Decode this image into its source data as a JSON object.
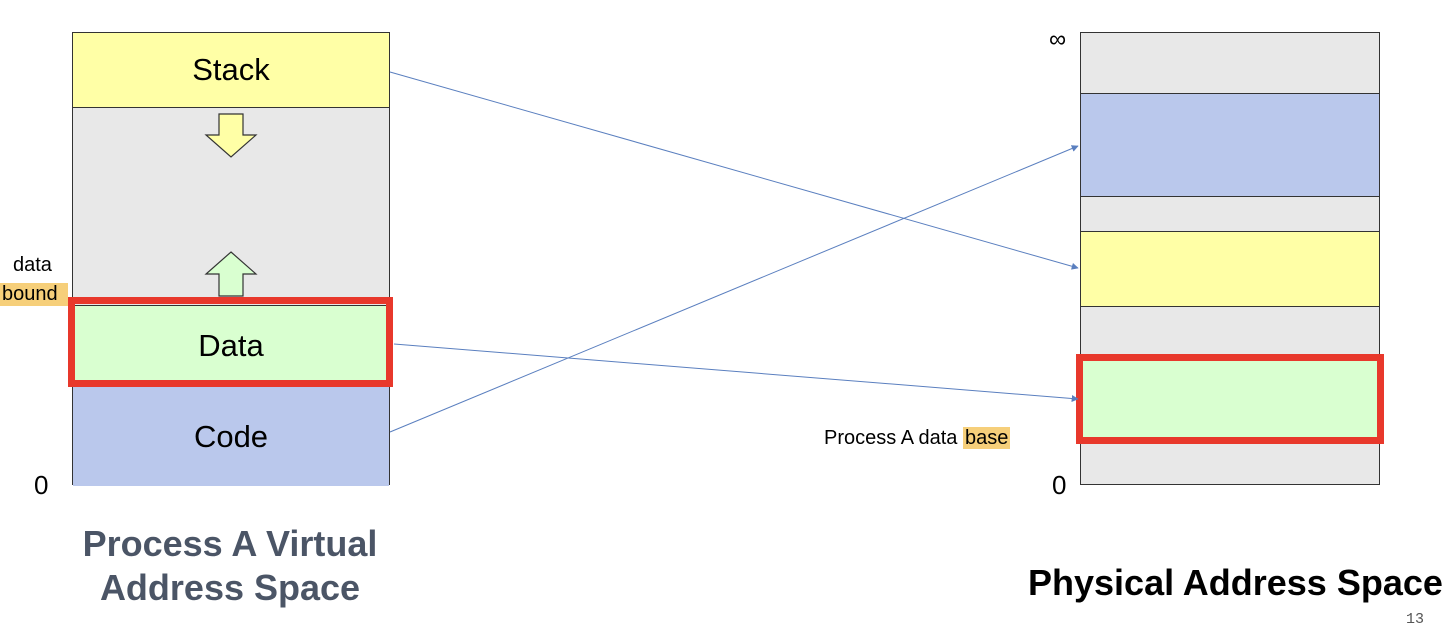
{
  "virtual": {
    "segments": {
      "stack": "Stack",
      "data": "Data",
      "code": "Code"
    },
    "zero_label": "0",
    "bound_label": {
      "line1": "data",
      "line2": "bound"
    },
    "title_line1": "Process A Virtual",
    "title_line2": "Address Space"
  },
  "physical": {
    "infinity_label": "∞",
    "zero_label": "0",
    "base_label": {
      "prefix": "Process A data ",
      "highlight": "base"
    },
    "title": "Physical Address Space"
  },
  "slide_number": "13",
  "colors": {
    "stack": "#ffffa6",
    "data": "#d9ffd0",
    "code": "#bac8ec",
    "free": "#e8e8e8",
    "highlight": "#e8382b",
    "arrow": "#5a7fbf",
    "label_highlight": "#f6cf7a"
  }
}
